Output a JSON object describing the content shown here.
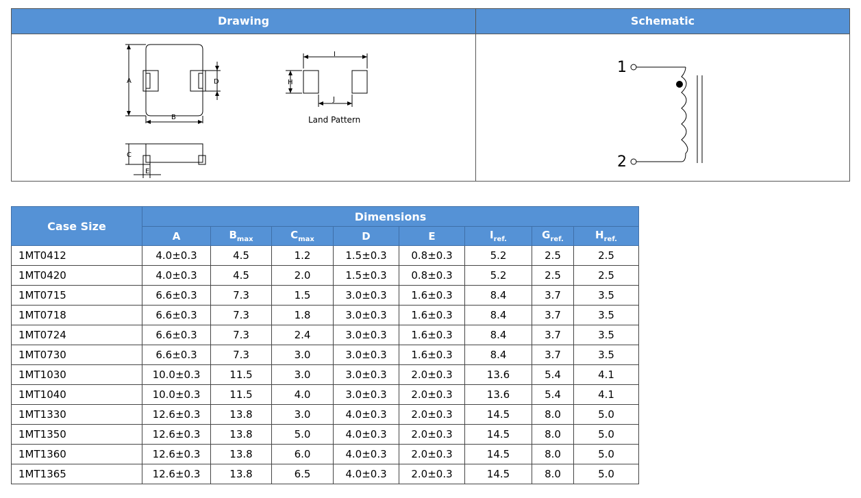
{
  "top_table": {
    "drawing_header": "Drawing",
    "schematic_header": "Schematic",
    "drawing_labels": {
      "A": "A",
      "B": "B",
      "C": "C",
      "D": "D",
      "E": "E",
      "H": "H",
      "I": "I",
      "J": "J",
      "land_pattern": "Land Pattern"
    },
    "schematic_labels": {
      "pin1": "1",
      "pin2": "2"
    }
  },
  "dimensions": {
    "case_header": "Case Size",
    "group_header": "Dimensions",
    "columns": [
      {
        "main": "A",
        "sub": ""
      },
      {
        "main": "B",
        "sub": "max"
      },
      {
        "main": "C",
        "sub": "max"
      },
      {
        "main": "D",
        "sub": ""
      },
      {
        "main": "E",
        "sub": ""
      },
      {
        "main": "I",
        "sub": "ref."
      },
      {
        "main": "G",
        "sub": "ref."
      },
      {
        "main": "H",
        "sub": "ref."
      }
    ],
    "rows": [
      [
        "1MT0412",
        "4.0±0.3",
        "4.5",
        "1.2",
        "1.5±0.3",
        "0.8±0.3",
        "5.2",
        "2.5",
        "2.5"
      ],
      [
        "1MT0420",
        "4.0±0.3",
        "4.5",
        "2.0",
        "1.5±0.3",
        "0.8±0.3",
        "5.2",
        "2.5",
        "2.5"
      ],
      [
        "1MT0715",
        "6.6±0.3",
        "7.3",
        "1.5",
        "3.0±0.3",
        "1.6±0.3",
        "8.4",
        "3.7",
        "3.5"
      ],
      [
        "1MT0718",
        "6.6±0.3",
        "7.3",
        "1.8",
        "3.0±0.3",
        "1.6±0.3",
        "8.4",
        "3.7",
        "3.5"
      ],
      [
        "1MT0724",
        "6.6±0.3",
        "7.3",
        "2.4",
        "3.0±0.3",
        "1.6±0.3",
        "8.4",
        "3.7",
        "3.5"
      ],
      [
        "1MT0730",
        "6.6±0.3",
        "7.3",
        "3.0",
        "3.0±0.3",
        "1.6±0.3",
        "8.4",
        "3.7",
        "3.5"
      ],
      [
        "1MT1030",
        "10.0±0.3",
        "11.5",
        "3.0",
        "3.0±0.3",
        "2.0±0.3",
        "13.6",
        "5.4",
        "4.1"
      ],
      [
        "1MT1040",
        "10.0±0.3",
        "11.5",
        "4.0",
        "3.0±0.3",
        "2.0±0.3",
        "13.6",
        "5.4",
        "4.1"
      ],
      [
        "1MT1330",
        "12.6±0.3",
        "13.8",
        "3.0",
        "4.0±0.3",
        "2.0±0.3",
        "14.5",
        "8.0",
        "5.0"
      ],
      [
        "1MT1350",
        "12.6±0.3",
        "13.8",
        "5.0",
        "4.0±0.3",
        "2.0±0.3",
        "14.5",
        "8.0",
        "5.0"
      ],
      [
        "1MT1360",
        "12.6±0.3",
        "13.8",
        "6.0",
        "4.0±0.3",
        "2.0±0.3",
        "14.5",
        "8.0",
        "5.0"
      ],
      [
        "1MT1365",
        "12.6±0.3",
        "13.8",
        "6.5",
        "4.0±0.3",
        "2.0±0.3",
        "14.5",
        "8.0",
        "5.0"
      ]
    ]
  }
}
